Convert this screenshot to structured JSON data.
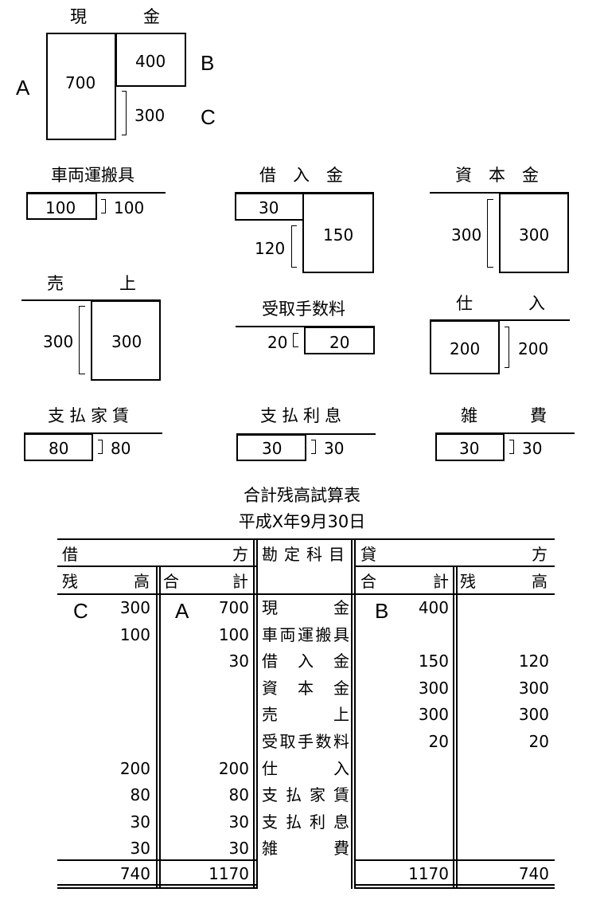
{
  "cash": {
    "title": "現　　金",
    "debit": "700",
    "credit": "400",
    "balance": "300",
    "label_a": "A",
    "label_b": "B",
    "label_c": "C"
  },
  "accounts": [
    {
      "title": "車両運搬具",
      "debit": "100",
      "balance": "100"
    },
    {
      "title": "借　入　金",
      "debit": "30",
      "credit": "150",
      "balance": "120"
    },
    {
      "title": "資　本　金",
      "credit": "300",
      "balance": "300"
    },
    {
      "title": "売　　上",
      "credit": "300",
      "balance": "300"
    },
    {
      "title": "受取手数料",
      "credit": "20",
      "balance": "20"
    },
    {
      "title": "仕　　入",
      "debit": "200",
      "balance": "200"
    },
    {
      "title": "支払家賃",
      "debit": "80",
      "balance": "80"
    },
    {
      "title": "支払利息",
      "debit": "30",
      "balance": "30"
    },
    {
      "title": "雑　　費",
      "debit": "30",
      "balance": "30"
    }
  ],
  "trial_balance": {
    "title": "合計残高試算表",
    "date": "平成X年9月30日",
    "header_debit": "借",
    "header_debit_side": "方",
    "header_account": "勘定科目",
    "header_credit": "貸",
    "header_credit_side": "方",
    "sub_balance_left": "残",
    "sub_balance_right": "高",
    "sub_total_left": "合",
    "sub_total_right": "計",
    "marker_c": "C",
    "marker_a": "A",
    "marker_b": "B",
    "rows": [
      {
        "debit_balance": "300",
        "debit_total": "700",
        "account": "現　　　金",
        "credit_total": "400",
        "credit_balance": ""
      },
      {
        "debit_balance": "100",
        "debit_total": "100",
        "account": "車両運搬具",
        "credit_total": "",
        "credit_balance": ""
      },
      {
        "debit_balance": "",
        "debit_total": "30",
        "account": "借　入　金",
        "credit_total": "150",
        "credit_balance": "120"
      },
      {
        "debit_balance": "",
        "debit_total": "",
        "account": "資　本　金",
        "credit_total": "300",
        "credit_balance": "300"
      },
      {
        "debit_balance": "",
        "debit_total": "",
        "account": "売　　　上",
        "credit_total": "300",
        "credit_balance": "300"
      },
      {
        "debit_balance": "",
        "debit_total": "",
        "account": "受取手数料",
        "credit_total": "20",
        "credit_balance": "20"
      },
      {
        "debit_balance": "200",
        "debit_total": "200",
        "account": "仕　　　入",
        "credit_total": "",
        "credit_balance": ""
      },
      {
        "debit_balance": "80",
        "debit_total": "80",
        "account": "支 払 家 賃",
        "credit_total": "",
        "credit_balance": ""
      },
      {
        "debit_balance": "30",
        "debit_total": "30",
        "account": "支 払 利 息",
        "credit_total": "",
        "credit_balance": ""
      },
      {
        "debit_balance": "30",
        "debit_total": "30",
        "account": "雑　　　費",
        "credit_total": "",
        "credit_balance": ""
      }
    ],
    "totals": {
      "debit_balance": "740",
      "debit_total": "1170",
      "credit_total": "1170",
      "credit_balance": "740"
    }
  }
}
